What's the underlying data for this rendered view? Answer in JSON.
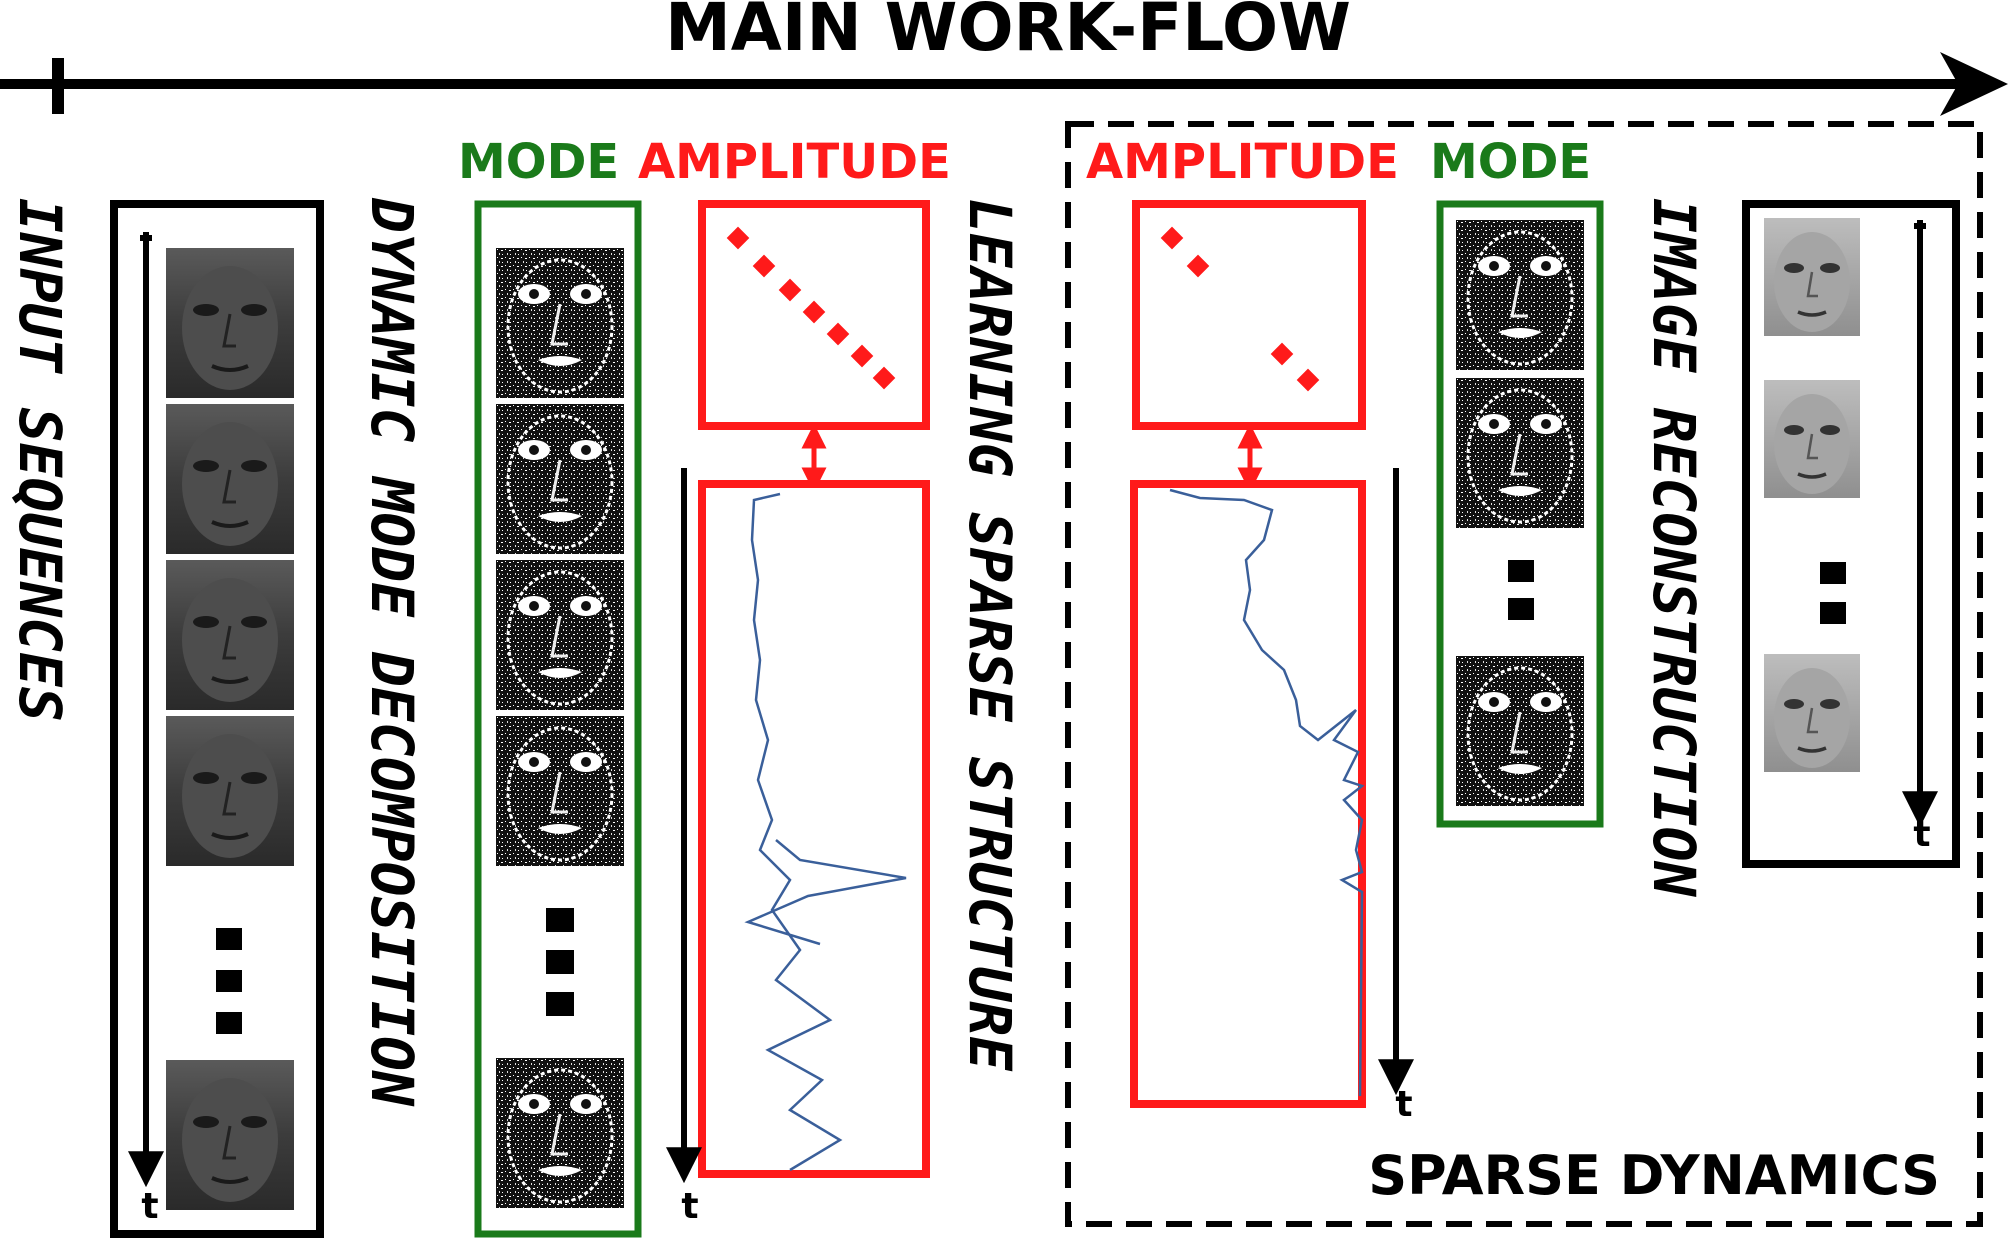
{
  "title": "MAIN WORK-FLOW",
  "steps": {
    "input": "INPUT SEQUENCES",
    "dmd": "DYNAMIC MODE DECOMPOSITION",
    "learning": "LEARNING SPARSE STRUCTURE",
    "reconstruction": "IMAGE RECONSTRUCTION"
  },
  "headers": {
    "mode_left": "MODE",
    "amplitude_left": "AMPLITUDE",
    "amplitude_right": "AMPLITUDE",
    "mode_right": "MODE"
  },
  "region_label": "SPARSE DYNAMICS",
  "time_label": "t",
  "ellipsis": "⋮",
  "colors": {
    "arrow": "#000000",
    "mode": "#1a7a1a",
    "amplitude": "#ff1a1a",
    "curve": "#3a5f9a"
  }
}
